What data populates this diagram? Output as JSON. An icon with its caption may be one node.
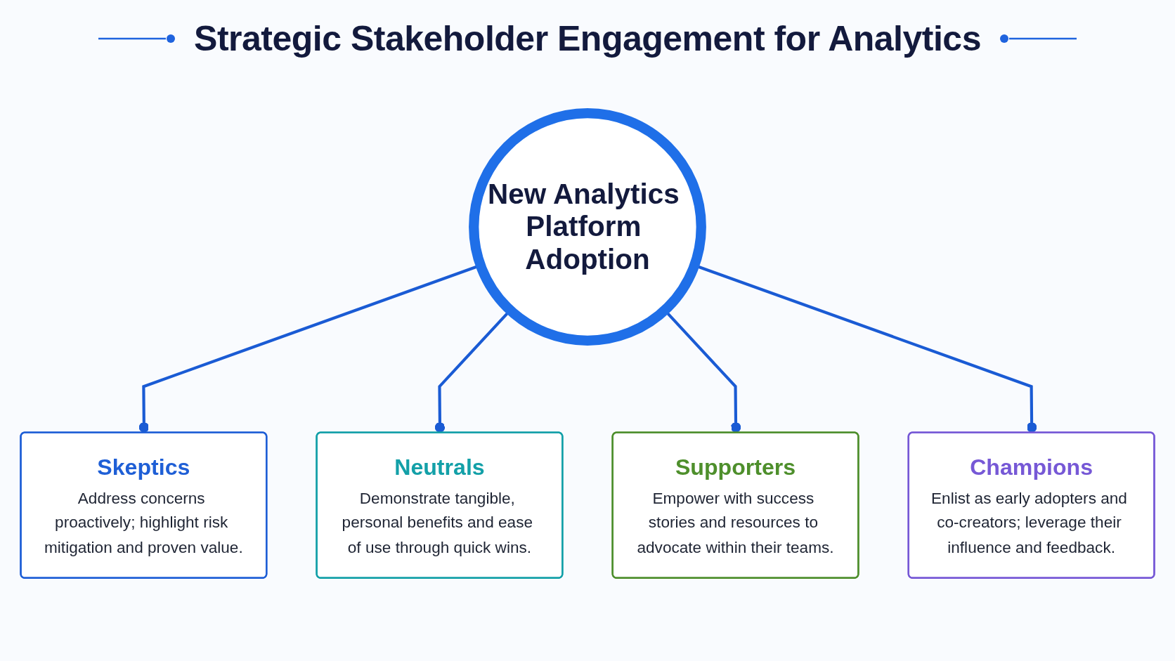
{
  "diagram": {
    "title": "Strategic Stakeholder Engagement for Analytics",
    "nodes": [
      {
        "text": [
          "Skeptics",
          "Address concerns proactively; highlight risk mitigation and proven value."
        ]
      },
      {
        "text": [
          "New Analytics Platform Adoption"
        ]
      },
      {
        "text": [
          "Neutrals",
          "Demonstrate tangible, personal benefits and ease of use through quick wins."
        ]
      },
      {
        "text": [
          "Supporters",
          "Empower with success stories and resources to advocate within their teams."
        ]
      },
      {
        "text": [
          "Champions",
          "Enlist as early adopters and co-creators; leverage their influence and feedback."
        ]
      }
    ],
    "edges": [
      {
        "from": 1,
        "to": 0,
        "arrow": "other"
      },
      {
        "from": 1,
        "to": 2,
        "arrow": "other"
      },
      {
        "from": 1,
        "to": 3,
        "arrow": "other"
      },
      {
        "from": 1,
        "to": 4,
        "arrow": "other"
      }
    ]
  }
}
